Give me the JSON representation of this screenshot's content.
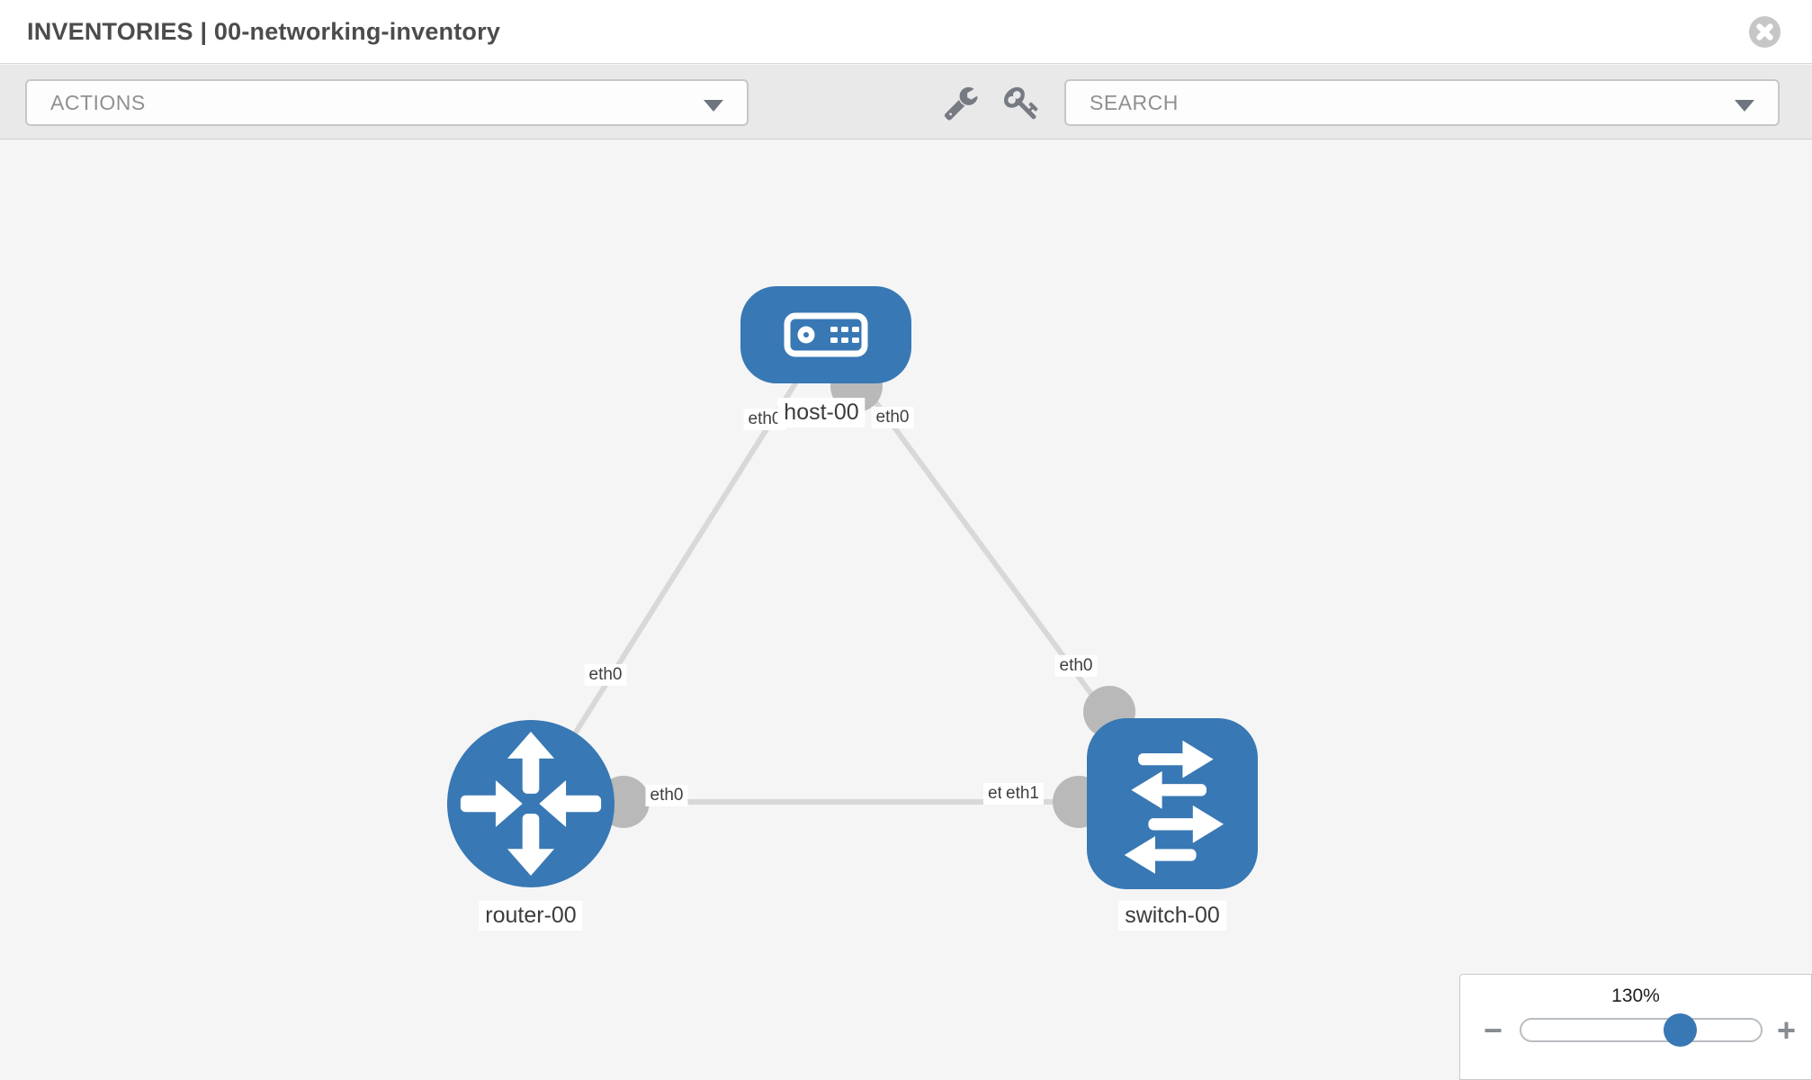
{
  "header": {
    "title": "INVENTORIES | 00-networking-inventory"
  },
  "toolbar": {
    "actions_label": "ACTIONS",
    "search_label": "SEARCH",
    "icon_names": [
      "wrench-icon",
      "key-icon"
    ]
  },
  "topology": {
    "nodes": [
      {
        "id": "host-00",
        "label": "host-00",
        "type": "host",
        "shape": "rounded-rect"
      },
      {
        "id": "router-00",
        "label": "router-00",
        "type": "router",
        "shape": "circle"
      },
      {
        "id": "switch-00",
        "label": "switch-00",
        "type": "switch",
        "shape": "rounded-square"
      }
    ],
    "links": [
      {
        "from": "router-00",
        "to": "host-00"
      },
      {
        "from": "host-00",
        "to": "switch-00"
      },
      {
        "from": "router-00",
        "to": "switch-00"
      }
    ],
    "interface_labels": {
      "host_left": "eth0",
      "host_right": "eth0",
      "link_router_host_router_side": "eth0",
      "link_host_switch_switch_side": "eth0",
      "link_router_switch_router_side": "eth0",
      "link_router_switch_switch_side_under": "eth0",
      "link_router_switch_switch_side_over": "eth1"
    },
    "colors": {
      "node_fill": "#3878b4",
      "link": "#d8d8d8",
      "connector": "#b9b9b9",
      "canvas_bg": "#f5f5f6"
    }
  },
  "zoom_control": {
    "value": "130%",
    "minus_label": "−",
    "plus_label": "+",
    "slider_percent": 64
  }
}
